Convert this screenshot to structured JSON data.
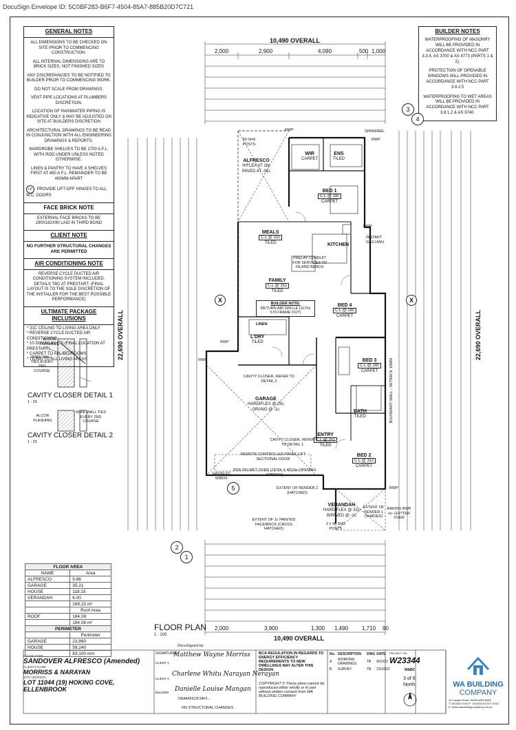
{
  "envelope_id": "DocuSign Envelope ID: 5C0BF283-B6F7-4504-85A7-885B20D7C721",
  "general_notes": {
    "title": "GENERAL NOTES",
    "items": [
      "ALL DIMENSIONS TO BE CHECKED ON SITE PRIOR TO COMMENCING CONSTRUCTION.",
      "ALL INTERNAL DIMENSIONS ARE TO BRICK SIZES, NOT FINISHED SIZES",
      "ANY DISCREPANCIES TO BE NOTIFIED TO BUILDER PRIOR TO COMMENCING WORK.",
      "DO NOT SCALE FROM DRAWINGS.",
      "VENT PIPE LOCATIONS AT PLUMBERS DISCRETION.",
      "LOCATION OF RAINWATER PIPING IS INDICATIVE ONLY & MAY BE ADJUSTED ON SITE AT BUILDERS DISCRETION",
      "ARCHITECTURAL DRAWINGS TO BE READ IN CONJUNCTION WITH ALL ENGINEERING DRAWINGS & REPORTS.",
      "WARDROBE SHELVES TO BE 1700 A.F.L. WITH ROD UNDER UNLESS NOTED OTHERWISE.",
      "LINEN & PANTRY TO HAVE 4 SHELVES FIRST AT 450 A.F.L. REMAINDER TO BE 400mm APART"
    ],
    "lf_symbol": "LF",
    "lf_text": "PROVIDE LIFT-OFF HINGES TO ALL W.C. DOORS"
  },
  "face_brick": {
    "title": "FACE BRICK NOTE",
    "text": "EXTERNAL FACE BRICKS TO BE 290x162x90 LAID IN THIRD BOND"
  },
  "client_note": {
    "title": "CLIENT NOTE",
    "text": "NO FURTHER STRUCTURAL CHANGES ARE PERMITTED"
  },
  "ac_note": {
    "title": "AIR CONDITIONING NOTE",
    "text": "REVERSE CYCLE DUCTED AIR CONDITIONING SYSTEM INCLUDED. DETAILS TBC AT PRESTART. (FINAL LAYOUT IS TO THE SOLE DISCRETION OF THE INSTALLER FOR THE BEST POSSIBLE PERFORMANCE)"
  },
  "ultimate": {
    "title": "ULTIMATE PACKAGE INCLUSIONS",
    "items": [
      "* 31c CEILING TO LIVING AREA ONLY",
      "* REVERSE CYCLE DUCTED AIR CONDITIONING",
      "* 10 DOWNLIGHTS (FINAL LOCATION AT PRESTART)",
      "* CARPET TO ALL BEDROOMS",
      "* TILING TO ALL LIVING AREAS"
    ]
  },
  "builder_notes": {
    "title": "BUILDER NOTES",
    "items": [
      "WATERPROOFING OF MASONRY WILL BE PROVIDED IN ACCORDANCE WITH NCC Part 3.3.4, AS 3700 & AS 4773 (parts 1 & 2).",
      "PROTECTION OF OPENABLE WINDOWS WILL PROVIDED IN ACCORDANCE WITH NCC Part 3.9.2.5",
      "WATERPROOFING TO WET AREAS WILL BE PROVIDED IN ACCORDANCE WITH NCC Part 3.8.1.2 & AS 3740."
    ]
  },
  "cavity1": {
    "title": "CAVITY CLOSER DETAIL 1",
    "scale": "1 : 20",
    "alcor": "ALCOR FLASHING",
    "wire": "WIRE WALL TIES EVERY 2ND COURSE"
  },
  "cavity2": {
    "title": "CAVITY CLOSER DETAIL 2",
    "scale": "1 : 20",
    "alcor": "ALCOR FLASHING",
    "wire": "WIRE WALL TIES EVERY 2ND COURSE"
  },
  "floor_area": {
    "title": "FLOOR AREA",
    "head": [
      "NAME",
      "Area"
    ],
    "rows": [
      [
        "ALFRESCO",
        "9.86"
      ],
      [
        "GARAGE",
        "35.21"
      ],
      [
        "HOUSE",
        "118.15"
      ],
      [
        "VERANDAH",
        "6.00"
      ]
    ],
    "total": "169.22 m²",
    "roof_head": "Roof Area",
    "roof_rows": [
      [
        "ROOF",
        "184.08"
      ]
    ],
    "roof_total": "184.08 m²",
    "perim_title": "PERIMETER",
    "perim_head": "Perimeter",
    "perim_rows": [
      [
        "GARAGE",
        "23,860"
      ],
      [
        "HOUSE",
        "59,240"
      ]
    ],
    "perim_total": "83,100 mm"
  },
  "floor_plan": {
    "title": "FLOOR PLAN",
    "scale": "1 : 100"
  },
  "overall": {
    "top": "10,490 OVERALL",
    "bottom": "10,490 OVERALL",
    "left": "22,690 OVERALL",
    "right": "22,690 OVERALL"
  },
  "top_dims": [
    "2,000",
    "2,900",
    "4,090",
    "500",
    "1,000"
  ],
  "bottom_dims": [
    "2,000",
    "3,900",
    "1,300",
    "1,490",
    "1,710",
    "90"
  ],
  "rooms": {
    "alfresco": {
      "name": "ALFRESCO",
      "spec": "H/FLEX AT 28c",
      "floor": "PAVED AT -01c"
    },
    "wir": {
      "name": "WIR",
      "floor": "CARPET"
    },
    "ens": {
      "name": "ENS",
      "floor": "TILED"
    },
    "bed1": {
      "name": "BED 1",
      "spec": "C.L @ 28c",
      "floor": "CARPET"
    },
    "meals": {
      "name": "MEALS",
      "spec": "C.L @ 31c",
      "floor": "TILED"
    },
    "kitchen": {
      "name": "KITCHEN"
    },
    "family": {
      "name": "FAMILY",
      "spec": "C.L @ 31c",
      "floor": "TILED"
    },
    "bed4": {
      "name": "BED 4",
      "spec": "C.L @ 28c",
      "floor": "CARPET"
    },
    "ldry": {
      "name": "L'DRY",
      "floor": "TILED"
    },
    "linen": {
      "name": "LINEN"
    },
    "bed3": {
      "name": "BED 3",
      "spec": "C.L @ 28c",
      "floor": "CARPET"
    },
    "garage": {
      "name": "GARAGE",
      "spec": "HARDIFLEX @ 25c",
      "floor": "GRANO @ -1c"
    },
    "bath": {
      "name": "BATH",
      "floor": "TILED"
    },
    "entry": {
      "name": "ENTRY",
      "spec": "C.L @ 31c",
      "floor": "TILED"
    },
    "bed2": {
      "name": "BED 2",
      "spec": "C.L @ 31c",
      "floor": "CARPET"
    },
    "verandah": {
      "name": "VERANDAH",
      "spec": "HARDIFLEX @ 31c",
      "floor": "B/PAVED @ -1c"
    }
  },
  "plan_notes": {
    "builder_note_title": "BUILDER NOTE:",
    "builder_note_text": "RETURN AIR GRILLE (1170x 570 FRAME OUT)",
    "prelay": "PRELAY CONDUIT FOR SERVICES TO ISLAND BENCH",
    "hwu": "INSTANT GAS HWU",
    "cavity_r2": "CAVITY CLOSER, REFER TO DETAIL 2",
    "cavity_r1": "CAVITY CLOSER, REFER TO DETAIL 1",
    "panel_lift": "REMOTE CONTROLLED PANEL LIFT SECTIONAL DOOR",
    "pelmet": "250h PELMET OVER (1970h X 4810w OPENING APPROX)",
    "gas_meter": "GAS/ELEC M/BOX",
    "render2": "EXTENT OF RENDER 2 (HATCHED)",
    "render1": "EXTENT OF RENDER 1 (SHADED)",
    "facebrick": "EXTENT OF 1c PAINTED FACEBRICK (CROSS HATCHED)",
    "raking": "RAKING BWK w/- GUTTER OVER",
    "posts": "2 x 90 SHS POSTS",
    "boundary": "BOUNDARY WALL - SETBACK 10MM",
    "spandrel": "SPANDREL",
    "shs_posts": "90 SHS POSTS",
    "rwp": "RWP"
  },
  "section_marks": {
    "a": "3",
    "b": "4",
    "c": "1",
    "d": "2",
    "e": "5",
    "x": "X"
  },
  "title_block": {
    "house_type_label": "HOUSE TYPE",
    "house_type": "SANDOVER ALFRESCO (Amended)",
    "client_label": "CLIENTS NAME",
    "client": "MORRISS & NARAYAN",
    "site_label": "SITE ADDRESS",
    "site_line1": "LOT 11044 (19) HOKING COVE,",
    "site_line2": "ELLENBROOK",
    "docusigned": "DocuSigned by:",
    "sig_label": "SIGNATURES",
    "client1": "CLIENT 1",
    "client2": "CLIENT 2",
    "builder": "BUILDER",
    "sig1": "Matthew Wayne Morriss",
    "sig2": "Charlene Whitu Narayan Nerayan",
    "sig3": "Danielle Louise Mangan",
    "sig3_code": "796AA45522F34F3...",
    "no_struct": "NO STRUCTURAL CHANGES",
    "bca": "BCA REGULATION IN REGARDS TO ENERGY EFFICIENCY REQUIREMENTS TO NEW DWELLINGS MAY ALTER THIS DESIGN",
    "copyright": "COPYRIGHT © These plans cannot be reproduced either wholly or in part without written consent from WA BUILDING COMPANY",
    "rev_head": [
      "No.",
      "DESCRIPTION",
      "DWG",
      "DATE"
    ],
    "rev_rows": [
      [
        "A",
        "WORKING DRAWINGS",
        "TB",
        "8/10/22"
      ],
      [
        "B",
        "SURVEY",
        "TB",
        "23/10/22"
      ]
    ],
    "job_label": "PROJECT NO",
    "job": "W23344",
    "wabc": "WABC",
    "page": "3 of 6",
    "north": "North",
    "company1": "WA BUILDING",
    "company2": "COMPANY",
    "address": "14 Lusaka Road, WANGARA 6065",
    "phone": "T: 08 6250 0152  F: 08 6250 0225  © 2023",
    "web": "E: www.wabuildingcompany.com.au"
  }
}
